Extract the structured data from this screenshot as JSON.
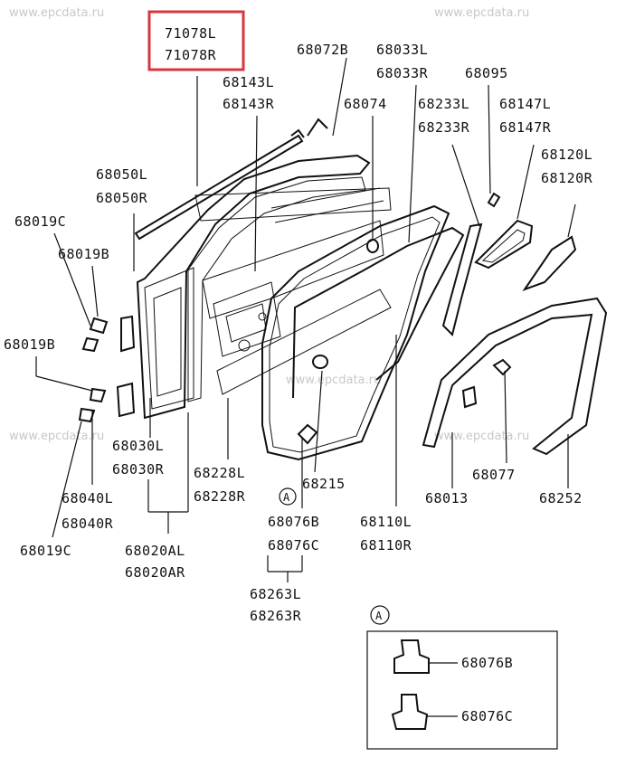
{
  "watermark": "www.epcdata.ru",
  "highlight_color": "#d9363e",
  "callout_letter": "A",
  "labels": {
    "p71078L": "71078L",
    "p71078R": "71078R",
    "p68072B": "68072B",
    "p68033L": "68033L",
    "p68033R": "68033R",
    "p68095": "68095",
    "p68143L": "68143L",
    "p68143R": "68143R",
    "p68074": "68074",
    "p68233L": "68233L",
    "p68233R": "68233R",
    "p68147L": "68147L",
    "p68147R": "68147R",
    "p68120L": "68120L",
    "p68120R": "68120R",
    "p68050L": "68050L",
    "p68050R": "68050R",
    "p68019C_a": "68019C",
    "p68019B_a": "68019B",
    "p68019B_b": "68019B",
    "p68030L": "68030L",
    "p68030R": "68030R",
    "p68228L": "68228L",
    "p68228R": "68228R",
    "p68215": "68215",
    "p68077": "68077",
    "p68013": "68013",
    "p68252": "68252",
    "p68040L": "68040L",
    "p68040R": "68040R",
    "p68019C_b": "68019C",
    "p68020AL": "68020AL",
    "p68020AR": "68020AR",
    "p68076B": "68076B",
    "p68076C": "68076C",
    "p68110L": "68110L",
    "p68110R": "68110R",
    "p68263L": "68263L",
    "p68263R": "68263R",
    "inset_68076B": "68076B",
    "inset_68076C": "68076C"
  }
}
